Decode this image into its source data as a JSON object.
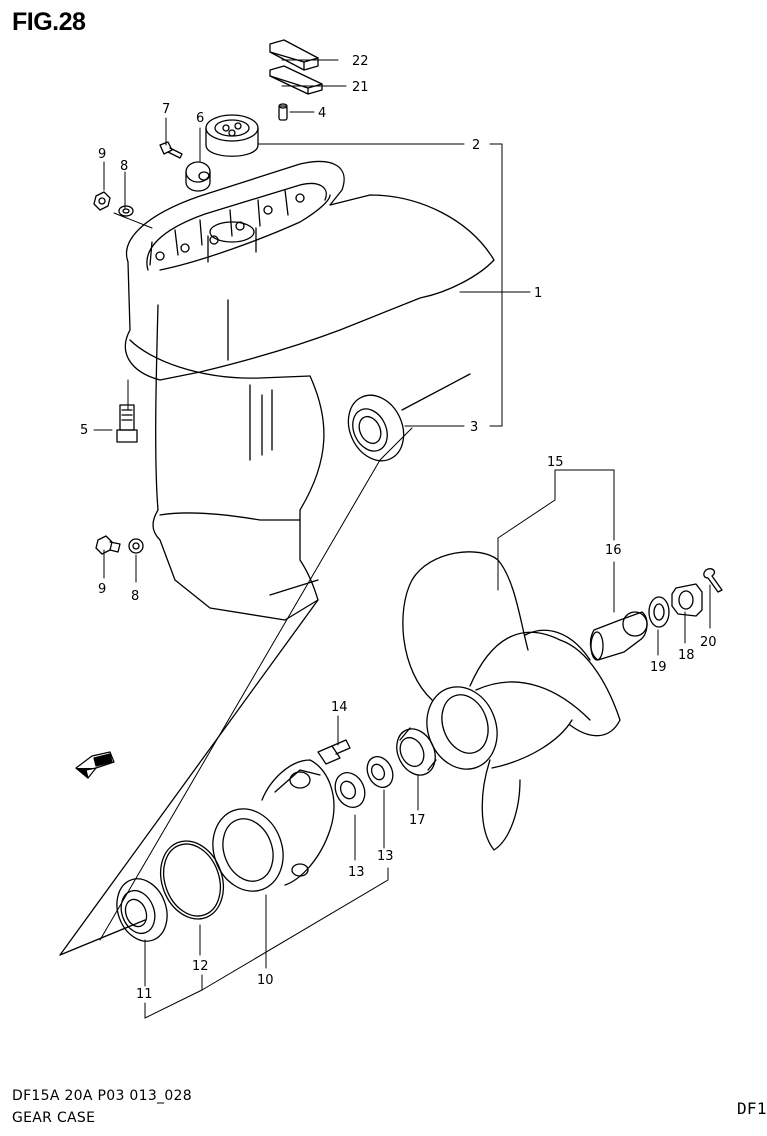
{
  "figure": {
    "title": "FIG.28"
  },
  "footer": {
    "model_code": "DF15A 20A P03 013_028",
    "section_name": "GEAR CASE",
    "page_code": "DF1"
  },
  "callouts": [
    "1",
    "2",
    "3",
    "4",
    "5",
    "6",
    "7",
    "8",
    "9",
    "8",
    "9",
    "10",
    "11",
    "12",
    "13",
    "13",
    "14",
    "15",
    "16",
    "17",
    "18",
    "19",
    "20",
    "21",
    "22"
  ],
  "icons": {
    "direction_arrow": "front-direction-arrow-icon"
  }
}
